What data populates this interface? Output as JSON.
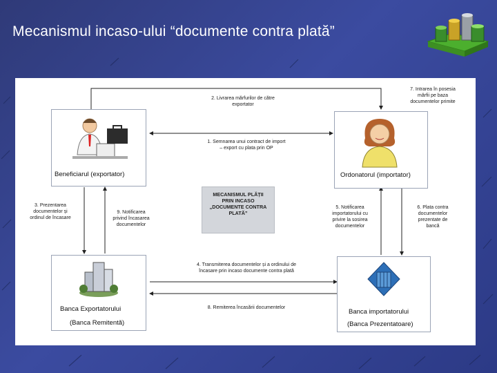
{
  "slide": {
    "title": "Mecanismul incaso-ului “documente contra plată”"
  },
  "diagram": {
    "center_label": [
      "MECANISMUL PLĂȚII",
      "PRIN INCASO",
      "„DOCUMENTE CONTRA",
      "PLATĂ”"
    ],
    "nodes": {
      "exporter": "Beneficiarul (exportator)",
      "importer": "Ordonatorul (importator)",
      "bank_exporter_1": "Banca Exportatorului",
      "bank_exporter_2": "(Banca Remitentă)",
      "bank_importer_1": "Banca importatorului",
      "bank_importer_2": "(Banca Prezentatoare)"
    },
    "steps": {
      "s1": [
        "1. Semnarea unui contract de import",
        "– export cu plata prin OP"
      ],
      "s2": [
        "2. Livrarea mărfurilor de către",
        "exportator"
      ],
      "s3": [
        "3. Prezentarea",
        "documentelor și",
        "ordinul de încasare"
      ],
      "s4": [
        "4. Transmiterea documentelor și a ordinului de",
        "încasare prin incaso documente contra plată"
      ],
      "s5": [
        "5. Notificarea",
        "importatorului cu",
        "privire la sosirea",
        "documentelor"
      ],
      "s6": [
        "6. Plata contra",
        "documentelor",
        "prezentate de",
        "bancă"
      ],
      "s7": [
        "7. Intrarea în posesia",
        "mărfii pe baza",
        "documentelor primite"
      ],
      "s8": [
        "8. Remiterea încasării documentelor"
      ],
      "s9": [
        "9. Notificarea",
        "privind încasarea",
        "documentelor"
      ]
    }
  },
  "colors": {
    "background": "#34428f",
    "panel": "#ffffff",
    "title_text": "#ffffff"
  }
}
